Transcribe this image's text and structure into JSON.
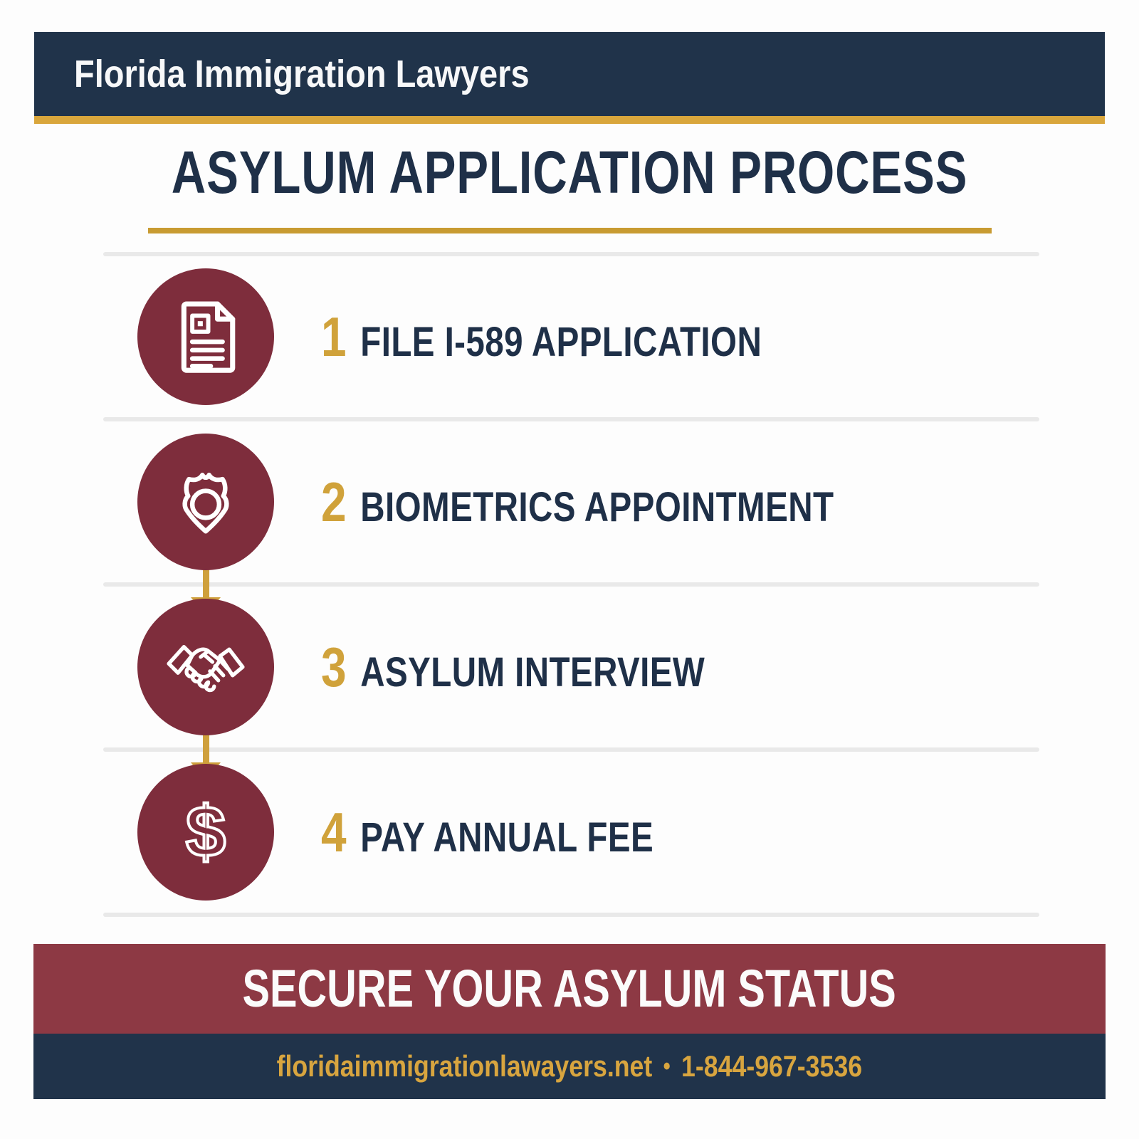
{
  "header": {
    "brand": "Florida Immigration Lawyers"
  },
  "title": "ASYLUM APPLICATION PROCESS",
  "steps": [
    {
      "number": "1",
      "label": "FILE I-589 APPLICATION",
      "icon": "document-icon",
      "arrow_after": false
    },
    {
      "number": "2",
      "label": "BIOMETRICS APPOINTMENT",
      "icon": "badge-icon",
      "arrow_after": true
    },
    {
      "number": "3",
      "label": "ASYLUM INTERVIEW",
      "icon": "handshake-icon",
      "arrow_after": true
    },
    {
      "number": "4",
      "label": "PAY ANNUAL FEE",
      "icon": "dollar-icon",
      "arrow_after": false
    }
  ],
  "footer": {
    "cta": "SECURE YOUR ASYLUM STATUS",
    "website": "floridaimmigrationlawayers.net",
    "separator": "•",
    "phone": "1-844-967-3536"
  },
  "colors": {
    "navy": "#20334a",
    "gold": "#d0a23b",
    "maroon_circle": "#7e2d3c",
    "maroon_banner": "#8d3944",
    "divider_gray": "#e9e9e9",
    "text_navy": "#1f3048",
    "white": "#fdfdfd"
  }
}
